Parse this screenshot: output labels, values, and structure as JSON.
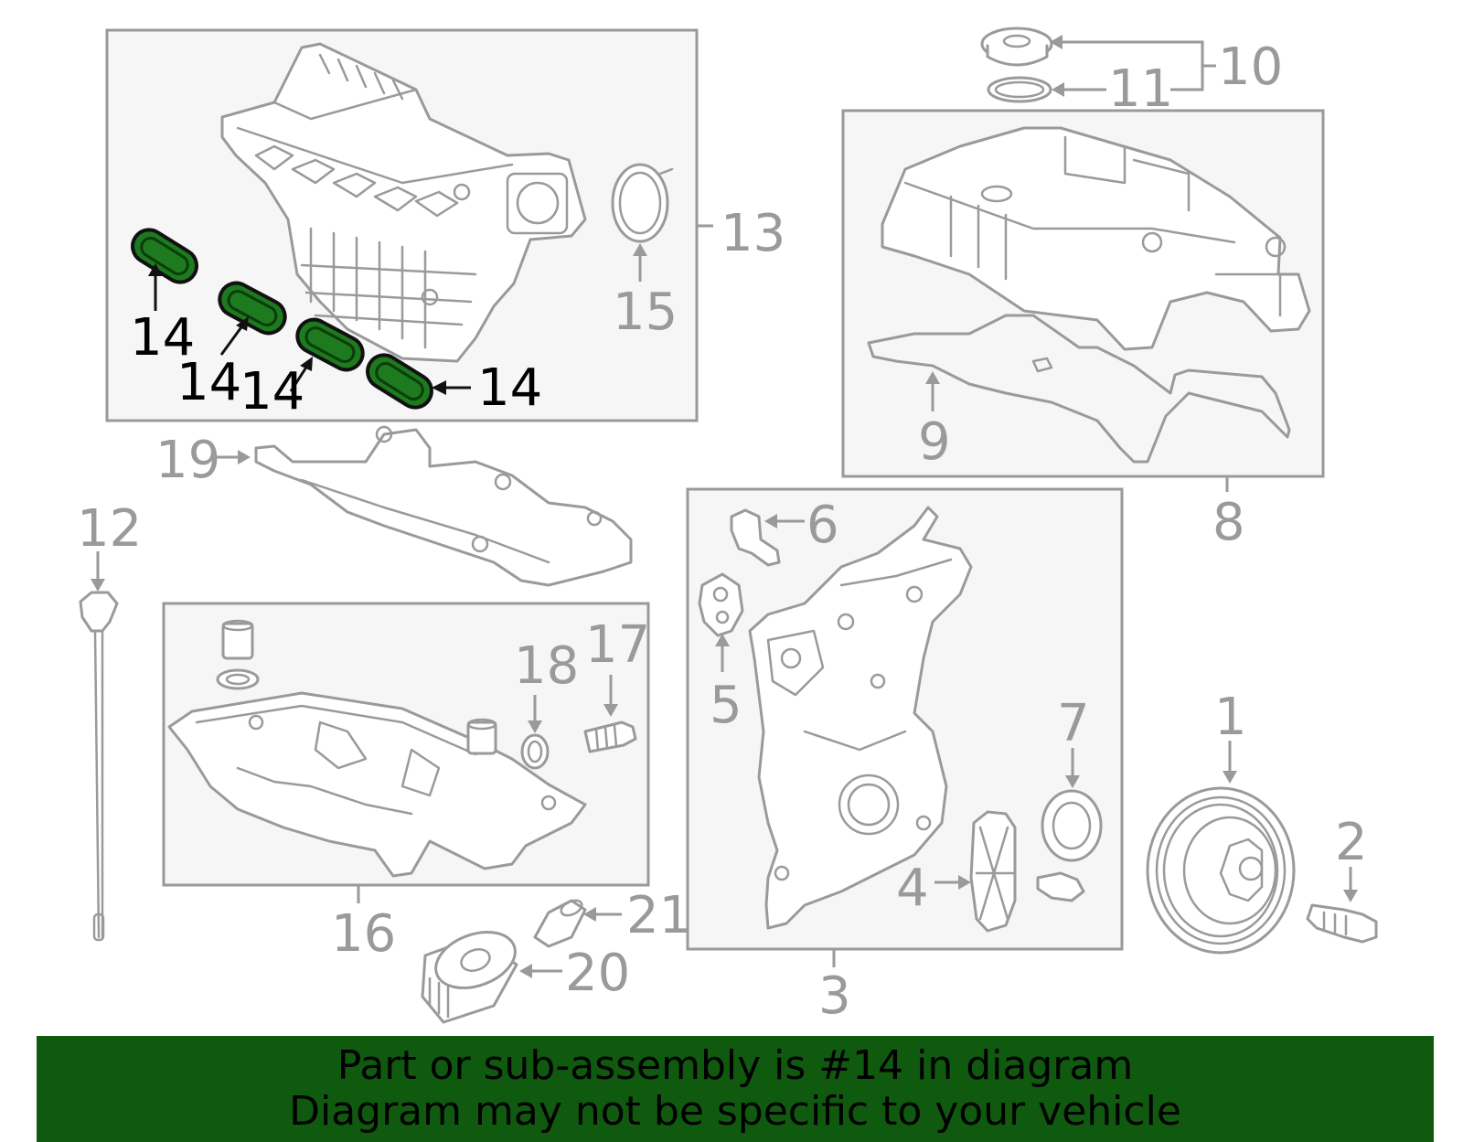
{
  "colors": {
    "banner_background": "#0f5a0f",
    "highlight_fill": "#1e7a1e",
    "line_gray": "#9a9a9a",
    "box_fill": "#f6f6f6"
  },
  "callouts": {
    "c1": "1",
    "c2": "2",
    "c3": "3",
    "c4": "4",
    "c5": "5",
    "c6": "6",
    "c7": "7",
    "c8": "8",
    "c9": "9",
    "c10": "10",
    "c11": "11",
    "c12": "12",
    "c13": "13",
    "c14a": "14",
    "c14b": "14",
    "c14c": "14",
    "c14d": "14",
    "c15": "15",
    "c16": "16",
    "c17": "17",
    "c18": "18",
    "c19": "19",
    "c20": "20",
    "c21": "21"
  },
  "highlighted_part": "14",
  "banner": {
    "line1": "Part or sub-assembly is #14 in diagram",
    "line2": "Diagram may not be specific to your vehicle"
  }
}
